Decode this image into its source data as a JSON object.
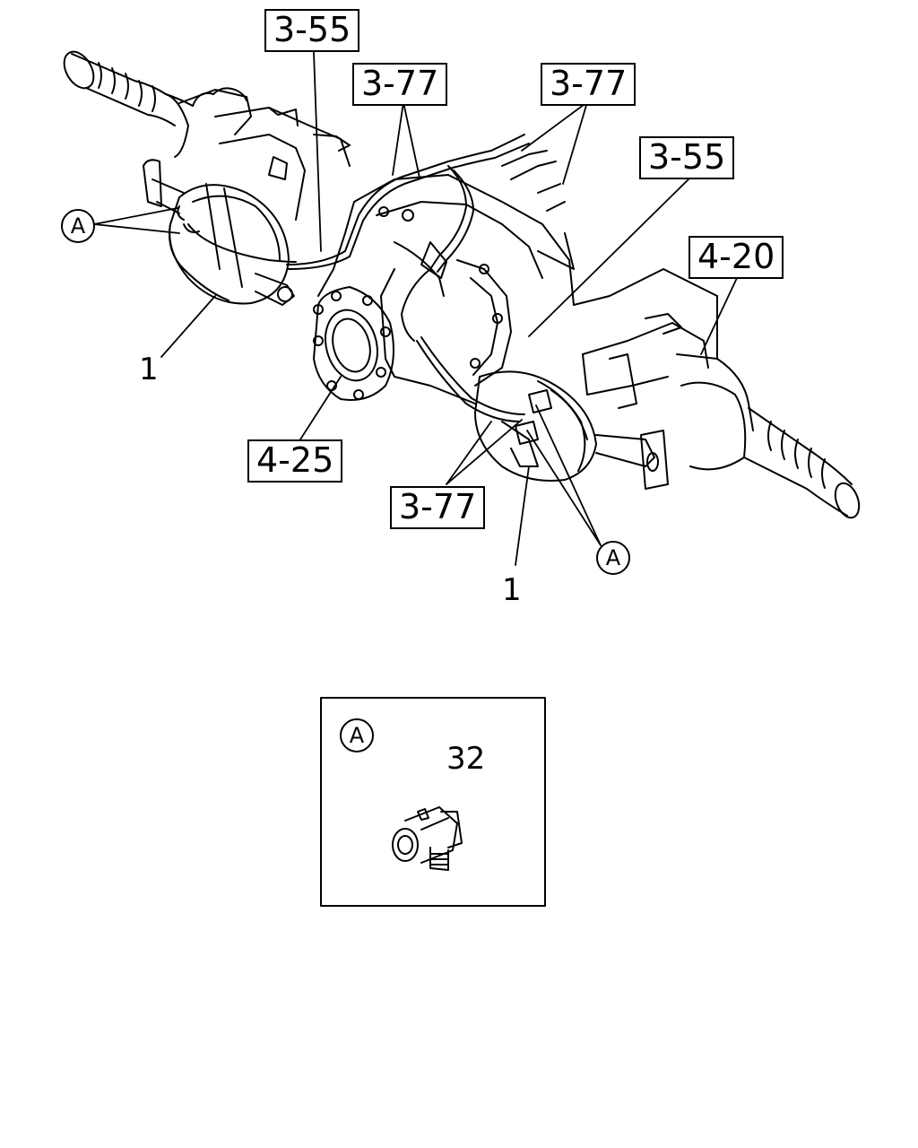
{
  "callouts": {
    "ref_3_55_top": "3-55",
    "ref_3_77_left": "3-77",
    "ref_3_77_right": "3-77",
    "ref_3_55_right": "3-55",
    "ref_4_20": "4-20",
    "ref_4_25": "4-25",
    "ref_3_77_bottom": "3-77",
    "part_1_left": "1",
    "part_1_bottom": "1",
    "view_a_left": "A",
    "view_a_right": "A"
  },
  "detail_inset": {
    "view_label": "A",
    "part_number": "32"
  }
}
